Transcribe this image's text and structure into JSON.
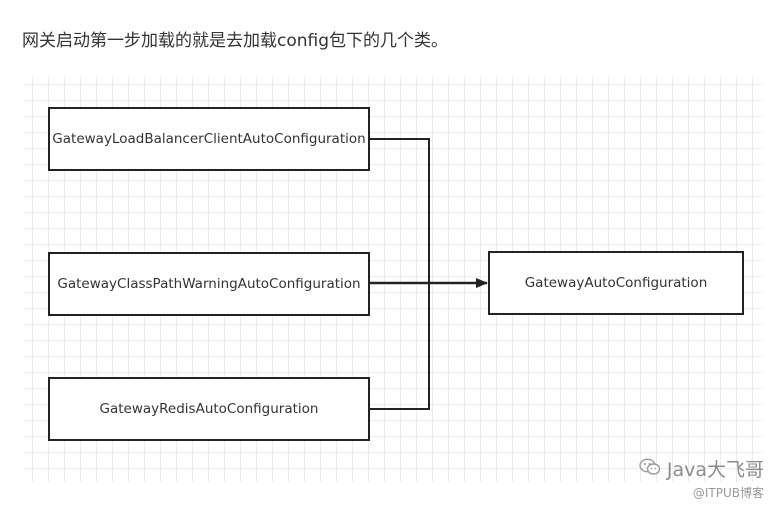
{
  "intro_text": "网关启动第一步加载的就是去加载config包下的几个类。",
  "diagram": {
    "sources": [
      {
        "label": "GatewayLoadBalancerClientAutoConfiguration"
      },
      {
        "label": "GatewayClassPathWarningAutoConfiguration"
      },
      {
        "label": "GatewayRedisAutoConfiguration"
      }
    ],
    "target": {
      "label": "GatewayAutoConfiguration"
    }
  },
  "watermark": {
    "icon": "wechat-icon",
    "brand": "Java大飞哥",
    "site": "@ITPUB博客"
  },
  "colors": {
    "stroke": "#222222",
    "text": "#333333",
    "grid": "#ececec"
  }
}
